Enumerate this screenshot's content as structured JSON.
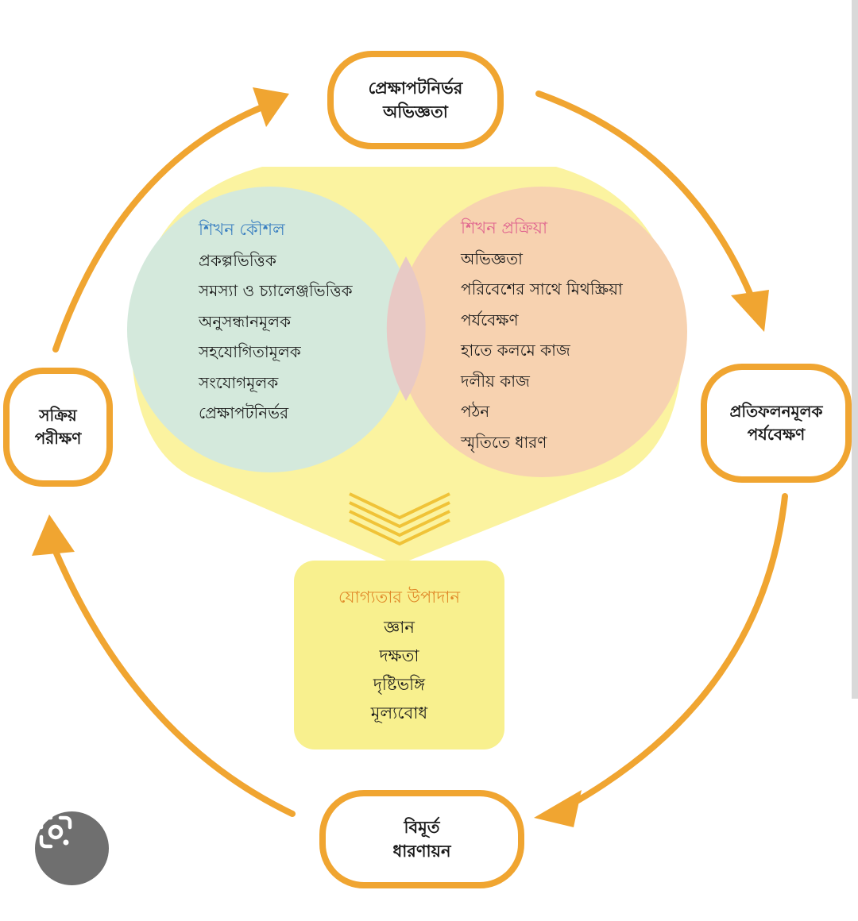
{
  "colors": {
    "arrow": "#f0a531",
    "box_border": "#f0a531",
    "yellow_band": "#fbf3a0",
    "venn_left": "#d4e9dc",
    "venn_right": "#f7d2b0",
    "venn_overlap": "#e8c9c5",
    "heading_blue": "#3a7fc1",
    "heading_pink": "#e0668f",
    "heading_orange": "#e08a2a",
    "components_fill": "#f8f08e"
  },
  "cycle": {
    "top": {
      "line1": "প্রেক্ষাপটনির্ভর",
      "line2": "অভিজ্ঞতা"
    },
    "right": {
      "line1": "প্রতিফলনমূলক",
      "line2": "পর্যবেক্ষণ"
    },
    "bottom": {
      "line1": "বিমূর্ত",
      "line2": "ধারণায়ন"
    },
    "left": {
      "line1": "সক্রিয়",
      "line2": "পরীক্ষণ"
    }
  },
  "venn": {
    "left": {
      "title": "শিখন কৌশল",
      "items": [
        "প্রকল্পভিত্তিক",
        "সমস্যা ও চ্যালেঞ্জভিত্তিক",
        "অনুসন্ধানমূলক",
        "সহযোগিতামূলক",
        "সংযোগমূলক",
        "প্রেক্ষাপটনির্ভর"
      ]
    },
    "right": {
      "title": "শিখন প্রক্রিয়া",
      "items": [
        "অভিজ্ঞতা",
        "পরিবেশের সাথে মিথস্ক্রিয়া",
        "পর্যবেক্ষণ",
        "হাতে কলমে কাজ",
        "দলীয় কাজ",
        "পঠন",
        "স্মৃতিতে ধারণ"
      ]
    }
  },
  "components": {
    "title": "যোগ্যতার উপাদান",
    "items": [
      "জ্ঞান",
      "দক্ষতা",
      "দৃষ্টিভঙ্গি",
      "মূল্যবোধ"
    ]
  },
  "icons": {
    "lens": "google-lens-icon"
  }
}
